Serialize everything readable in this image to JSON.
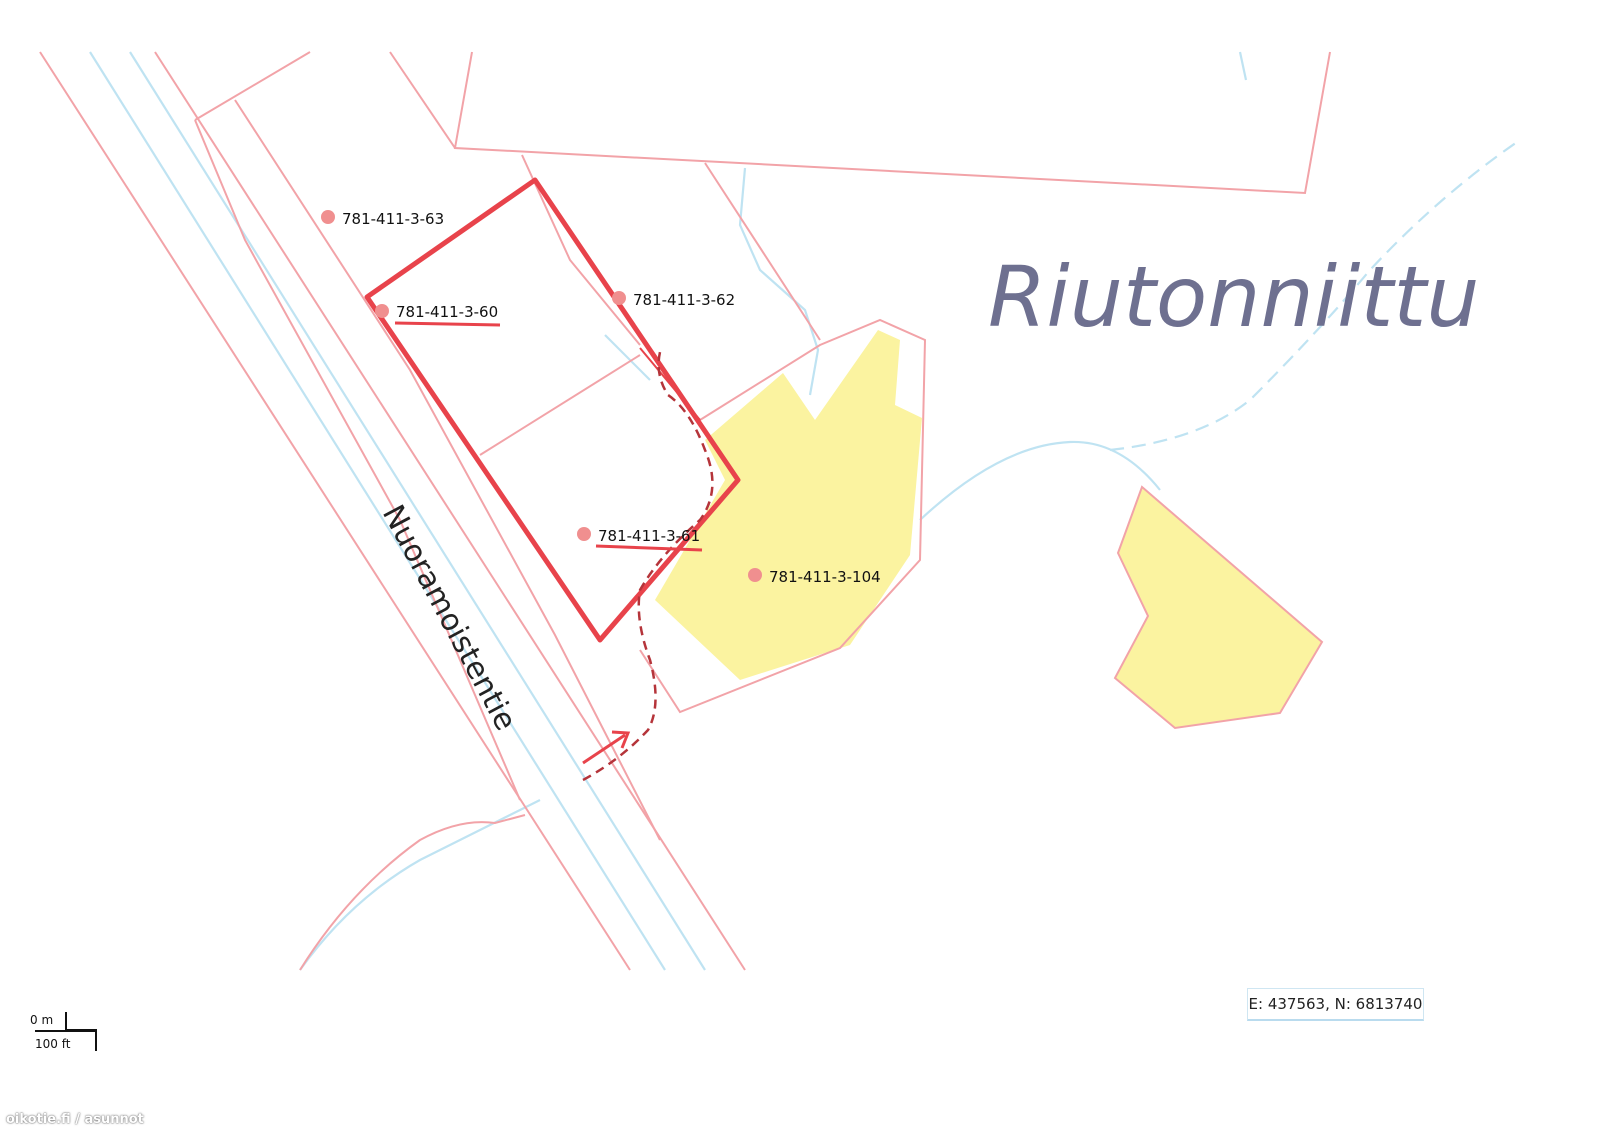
{
  "map": {
    "place_name": "Riutonniittu",
    "road_name": "Nuoramoistentie",
    "parcels": [
      {
        "id": "781-411-3-63",
        "underlined": false
      },
      {
        "id": "781-411-3-60",
        "underlined": true
      },
      {
        "id": "781-411-3-62",
        "underlined": false
      },
      {
        "id": "781-411-3-61",
        "underlined": true
      },
      {
        "id": "781-411-3-104",
        "underlined": false
      }
    ],
    "colors": {
      "boundary": "#f2a3a8",
      "selected_boundary": "#e8434b",
      "water": "#bfe3f2",
      "field": "#fbf3a0",
      "marker": "#f08f8f",
      "place_text": "#6e7090"
    }
  },
  "coordinates": "E: 437563, N: 6813740",
  "scale": {
    "top_label": "0 m",
    "bottom_label": "100 ft"
  },
  "watermark": "oikotie.fi / asunnot"
}
